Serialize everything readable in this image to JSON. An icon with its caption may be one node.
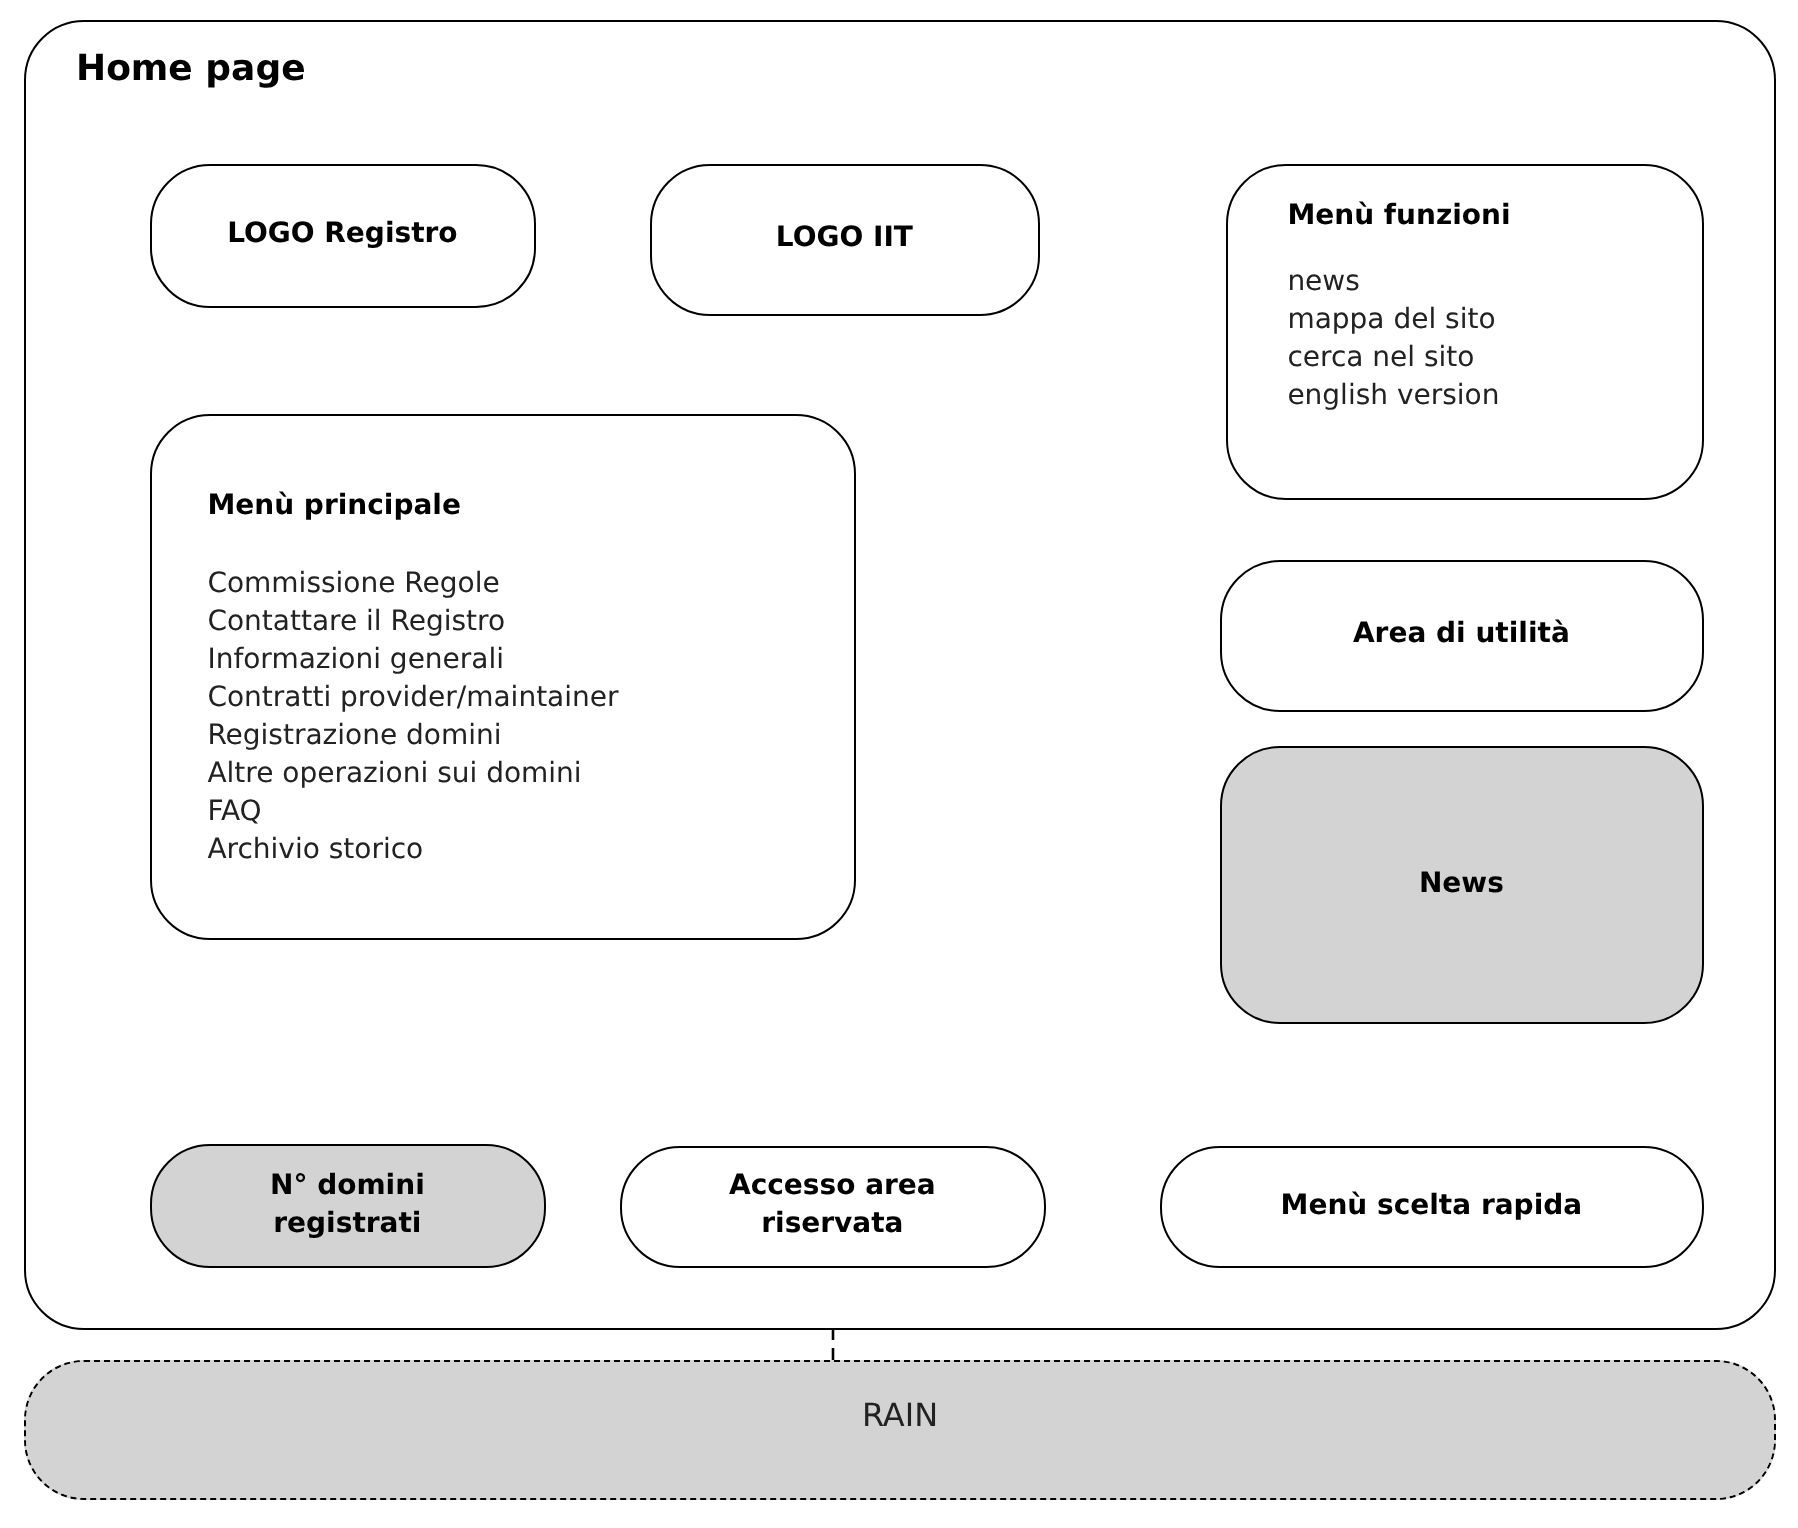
{
  "diagram": {
    "nodes": [
      {
        "text": [
          "Home page"
        ]
      },
      {
        "text": [
          "LOGO Registro"
        ],
        "in": 0
      },
      {
        "text": [
          "LOGO IIT"
        ],
        "in": 0
      },
      {
        "text": [
          "Menù funzioni",
          "news",
          "mappa del sito",
          "cerca nel sito",
          "english version"
        ],
        "in": 0
      },
      {
        "text": [
          "Menù principale",
          "Commissione Regole",
          "Contattare il Registro",
          "Informazioni generali",
          "Contratti provider/maintainer",
          "Registrazione domini",
          "Altre operazioni sui domini",
          "FAQ",
          "Archivio storico"
        ],
        "in": 0
      },
      {
        "text": [
          "Area di utilità"
        ],
        "in": 0
      },
      {
        "text": [
          "News"
        ],
        "in": 0
      },
      {
        "text": [
          "N° domini registrati"
        ],
        "in": 0
      },
      {
        "text": [
          "Accesso area riservata"
        ],
        "in": 0
      },
      {
        "text": [
          "Menù scelta rapida"
        ],
        "in": 0
      },
      {
        "text": [
          "RAIN"
        ]
      }
    ],
    "edges": [
      {
        "from": 8,
        "to": 10,
        "arrow": "none",
        "style": "dashed"
      }
    ]
  }
}
